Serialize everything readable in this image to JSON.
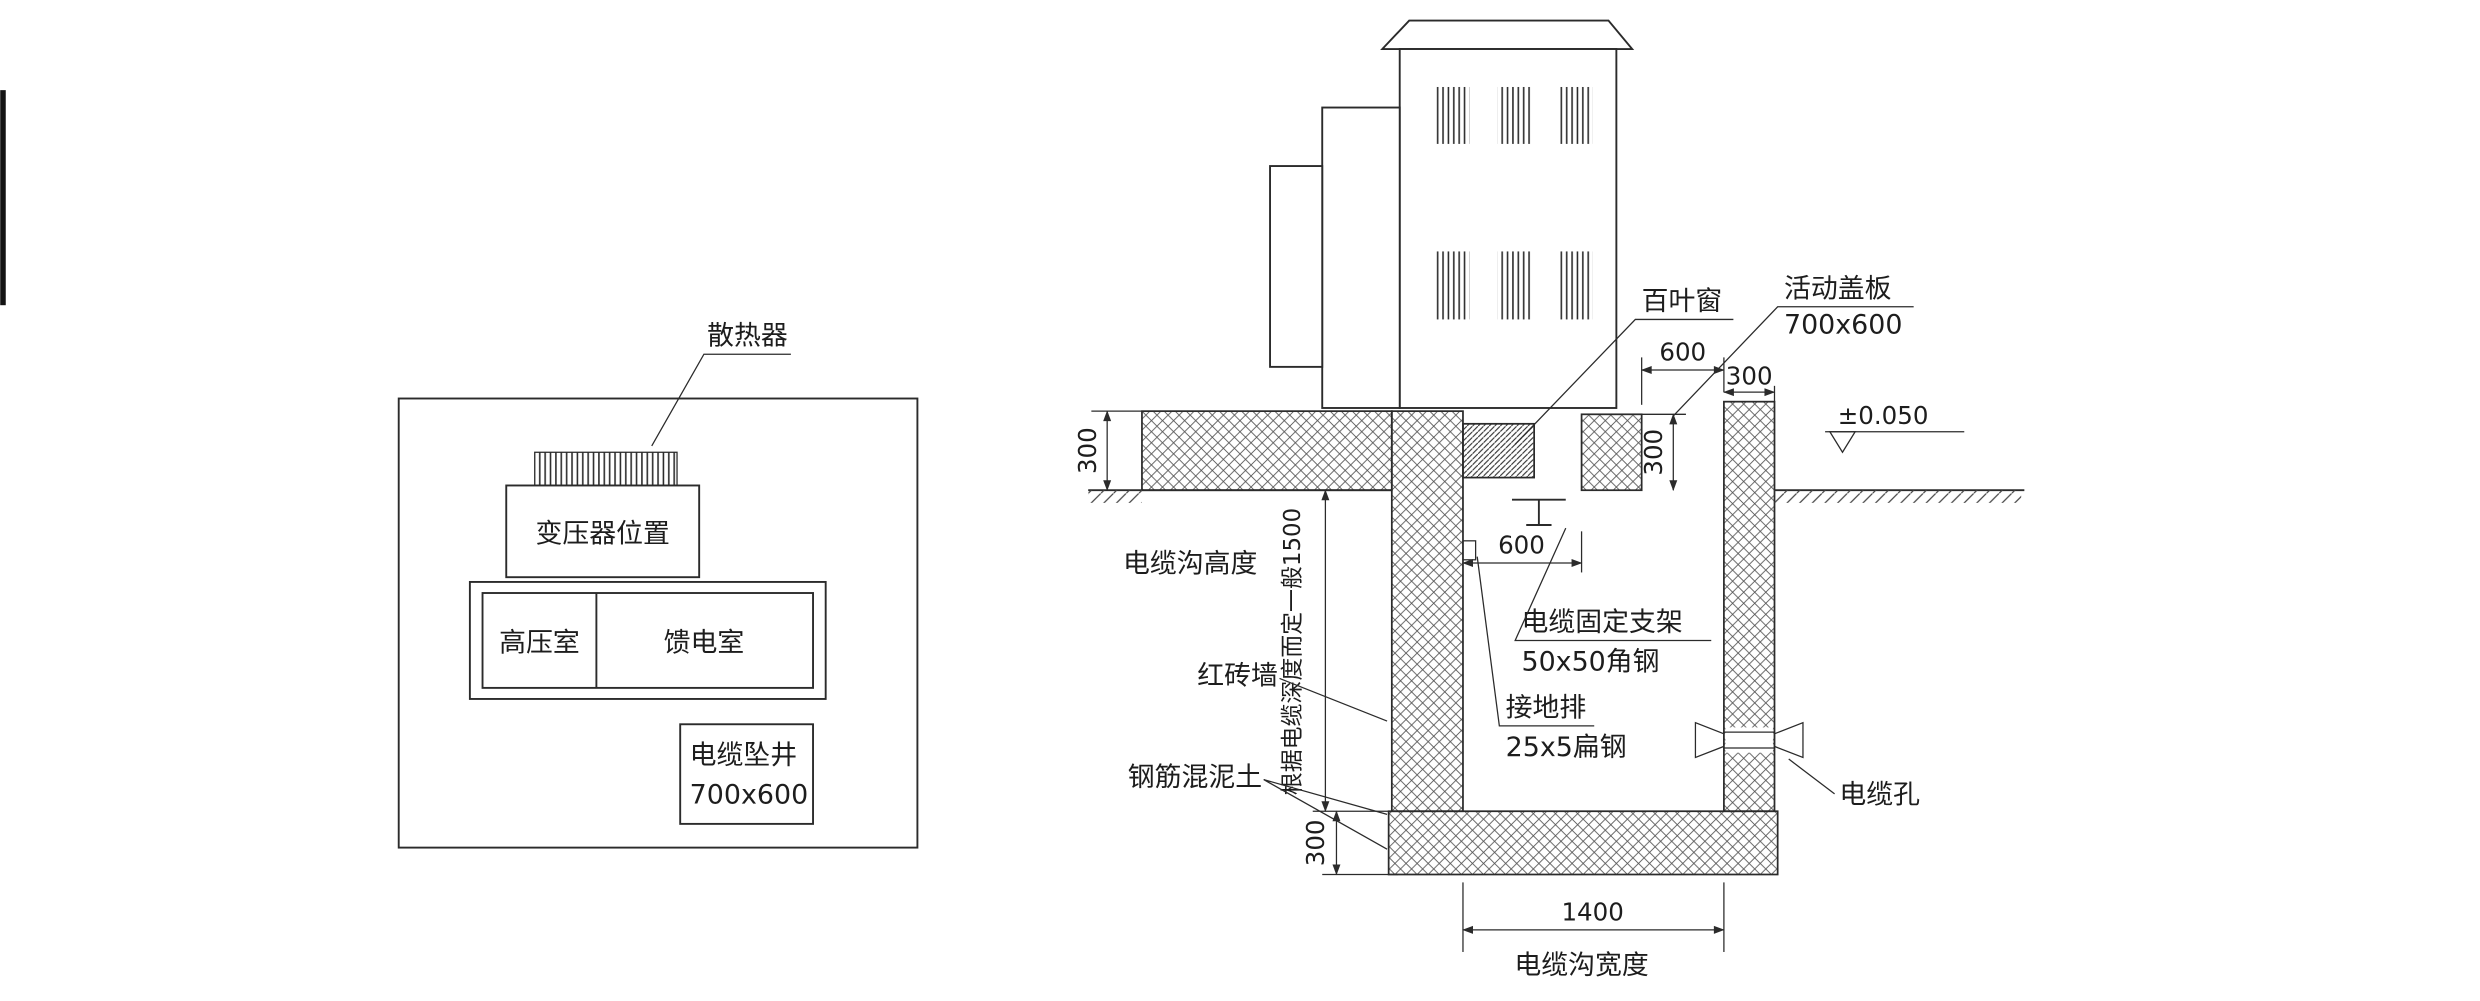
{
  "page": {
    "background": "#ffffff",
    "line_color": "#2b2b2b"
  },
  "plan_view": {
    "radiator_label": "散热器",
    "transformer_label": "变压器位置",
    "hv_room_label": "高压室",
    "feeder_room_label": "馈电室",
    "cable_well_label": "电缆坠井",
    "cable_well_size": "700x600"
  },
  "section_view": {
    "louver_label": "百叶窗",
    "cover_label": "活动盖板",
    "cover_size": "700x600",
    "elevation_mark": "±0.050",
    "trench_height_label": "电缆沟高度",
    "depth_note": "根据电缆深度而定一般1500",
    "bracket_label": "电缆固定支架",
    "bracket_spec": "50x50角钢",
    "ground_bar_label": "接地排",
    "ground_bar_spec": "25x5扁钢",
    "brick_wall_label": "红砖墙",
    "concrete_label": "钢筋混泥土",
    "cable_hole_label": "电缆孔",
    "trench_width_label": "电缆沟宽度",
    "dims": {
      "cover_opening": "600",
      "right_wall": "300",
      "slab_left": "300",
      "slab_right": "300",
      "bracket_span": "600",
      "floor_slab": "300",
      "trench_width": "1400"
    }
  }
}
